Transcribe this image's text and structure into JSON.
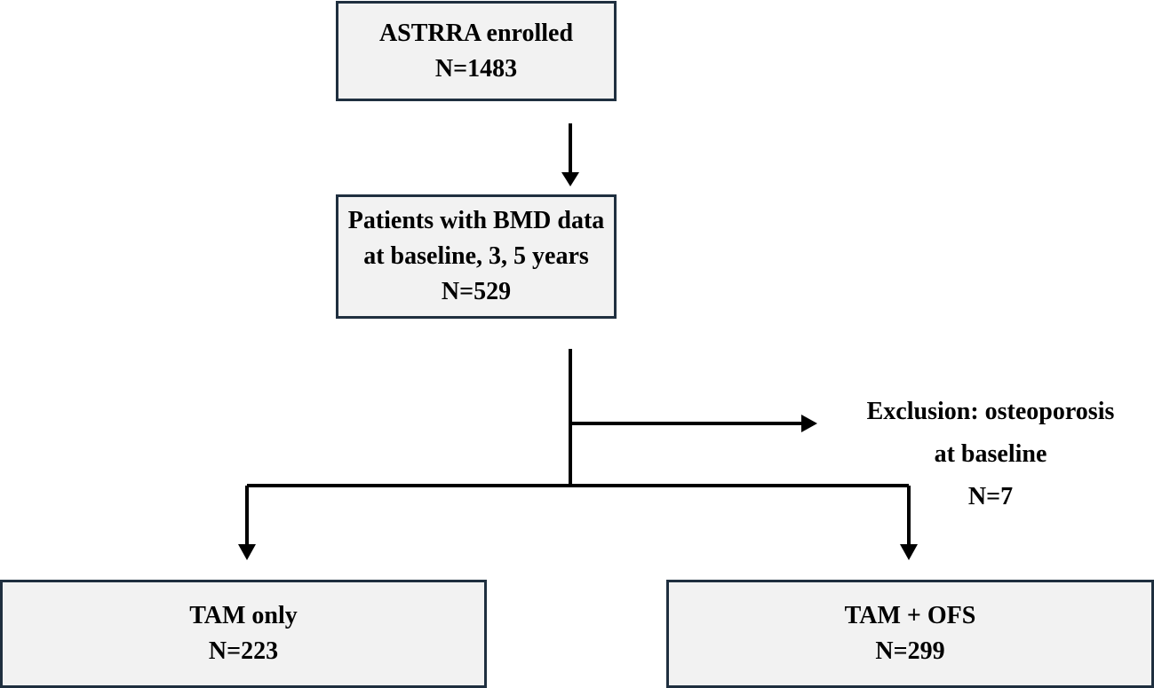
{
  "flowchart": {
    "enrolled": {
      "title": "ASTRRA enrolled",
      "count": "N=1483"
    },
    "bmd": {
      "line1": "Patients with BMD data",
      "line2": "at baseline, 3, 5 years",
      "count": "N=529"
    },
    "exclusion": {
      "line1": "Exclusion: osteoporosis",
      "line2": "at baseline",
      "count": "N=7"
    },
    "tam_only": {
      "title": "TAM only",
      "count": "N=223"
    },
    "tam_ofs": {
      "title": "TAM + OFS",
      "count": "N=299"
    }
  },
  "colors": {
    "box_fill": "#f2f2f2",
    "box_border": "#1f2f3f",
    "arrow": "#000000"
  }
}
